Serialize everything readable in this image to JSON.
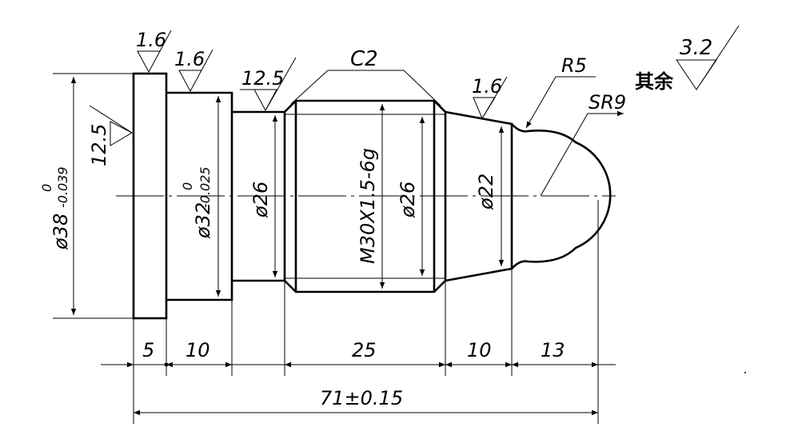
{
  "drawing": {
    "roughness": {
      "left_flange_top": "1.6",
      "left_flange_side": "12.5",
      "shoulder_32": "1.6",
      "neck_26": "12.5",
      "taper": "1.6",
      "general_value": "3.2",
      "general_note": "其余"
    },
    "chamfer": "C2",
    "radius": "R5",
    "sphere": "SR9",
    "diameters": {
      "d38_main": "ø38",
      "d38_upper": "0",
      "d38_lower": "-0.039",
      "d32_main": "ø32",
      "d32_upper": "0",
      "d32_lower": "-0.025",
      "d26_neck": "ø26",
      "thread": "M30X1.5-6g",
      "d26_thread": "ø26",
      "d22": "ø22"
    },
    "lengths": [
      "5",
      "10",
      "25",
      "10",
      "13"
    ],
    "total_length": "71±0.15"
  }
}
